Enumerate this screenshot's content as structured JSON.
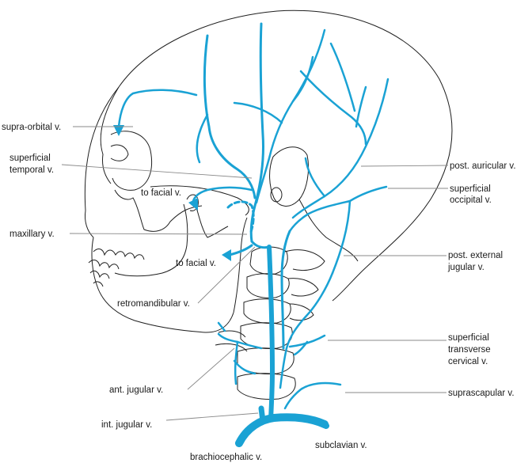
{
  "labels": {
    "supra_orbital": "supra-orbital v.",
    "superficial_temporal_1": "superficial",
    "superficial_temporal_2": "temporal v.",
    "to_facial_upper": "to facial v.",
    "maxillary": "maxillary v.",
    "to_facial_lower": "to facial v.",
    "retromandibular": "retromandibular v.",
    "ant_jugular": "ant. jugular v.",
    "int_jugular": "int. jugular v.",
    "brachiocephalic": "brachiocephalic v.",
    "subclavian": "subclavian v.",
    "post_auricular": "post. auricular v.",
    "superficial_occipital_1": "superficial",
    "superficial_occipital_2": "occipital v.",
    "post_external_jugular_1": "post. external",
    "post_external_jugular_2": "jugular v.",
    "superficial_transverse_cervical_1": "superficial",
    "superficial_transverse_cervical_2": "transverse",
    "superficial_transverse_cervical_3": "cervical v.",
    "suprascapular": "suprascapular v."
  },
  "colors": {
    "vein": "#1aa2d4",
    "outline": "#1f1f1f",
    "leader": "#8a8a8a"
  }
}
